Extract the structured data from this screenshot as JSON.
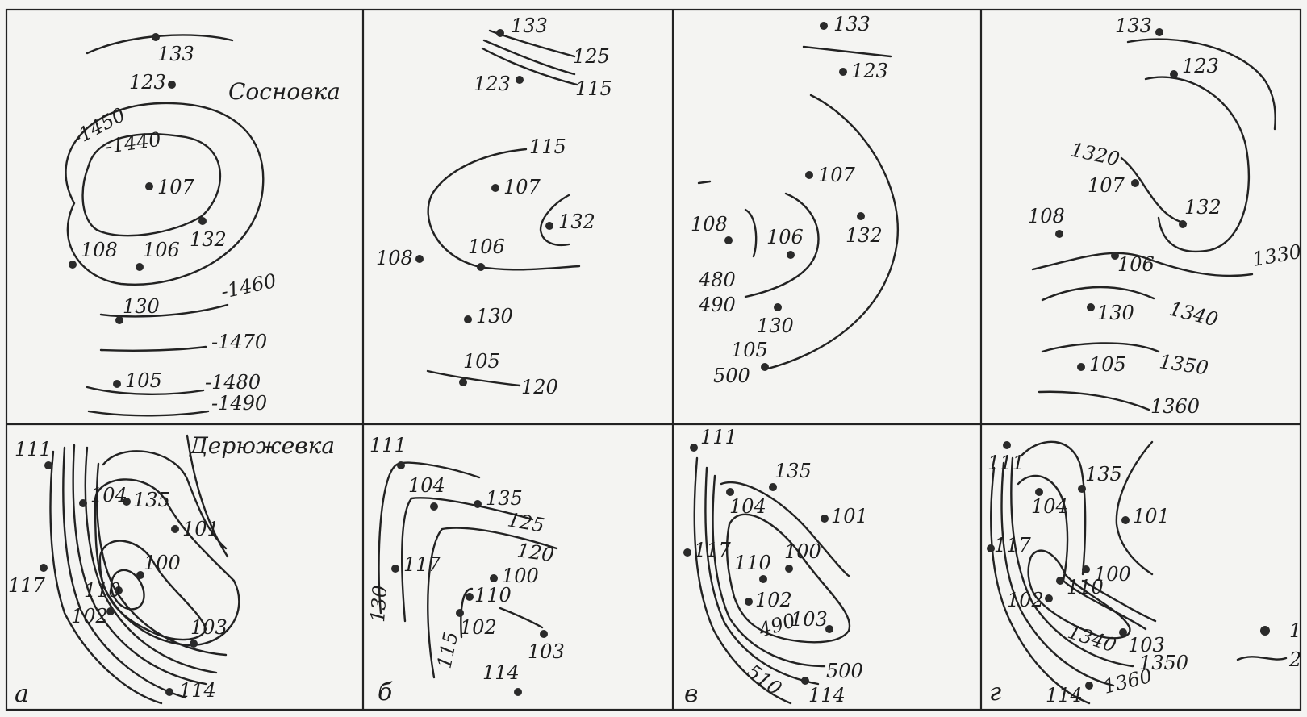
{
  "panel_letters": [
    "а",
    "б",
    "в",
    "г"
  ],
  "locations": {
    "top": "Сосновка",
    "bottom": "Дерюжевка"
  },
  "legend": [
    "1",
    "2"
  ],
  "panels": {
    "a_top": {
      "wells": [
        "133",
        "123",
        "107",
        "132",
        "108",
        "106",
        "130",
        "105"
      ],
      "contours": [
        "-1450",
        "-1440",
        "-1460",
        "-1470",
        "-1480",
        "-1490"
      ]
    },
    "b_top": {
      "wells": [
        "133",
        "123",
        "107",
        "132",
        "108",
        "106",
        "130",
        "105"
      ],
      "contours": [
        "125",
        "115",
        "115",
        "120"
      ]
    },
    "v_top": {
      "wells": [
        "133",
        "123",
        "107",
        "108",
        "106",
        "132",
        "130",
        "105"
      ],
      "contours": [
        "480",
        "490",
        "500"
      ]
    },
    "g_top": {
      "wells": [
        "133",
        "123",
        "107",
        "132",
        "108",
        "106",
        "130",
        "105"
      ],
      "contours": [
        "1320",
        "1330",
        "1340",
        "1350",
        "1360"
      ]
    },
    "a_bot": {
      "wells": [
        "111",
        "104",
        "135",
        "101",
        "117",
        "100",
        "110",
        "102",
        "103",
        "114"
      ]
    },
    "b_bot": {
      "wells": [
        "111",
        "104",
        "135",
        "117",
        "100",
        "110",
        "102",
        "103",
        "114"
      ],
      "contours": [
        "125",
        "120",
        "130",
        "115"
      ]
    },
    "v_bot": {
      "wells": [
        "111",
        "135",
        "104",
        "101",
        "117",
        "100",
        "110",
        "102",
        "103",
        "114"
      ],
      "contours": [
        "490",
        "500",
        "510"
      ]
    },
    "g_bot": {
      "wells": [
        "111",
        "135",
        "104",
        "101",
        "117",
        "100",
        "110",
        "102",
        "103",
        "114"
      ],
      "contours": [
        "1340",
        "1350",
        "1360"
      ]
    }
  }
}
